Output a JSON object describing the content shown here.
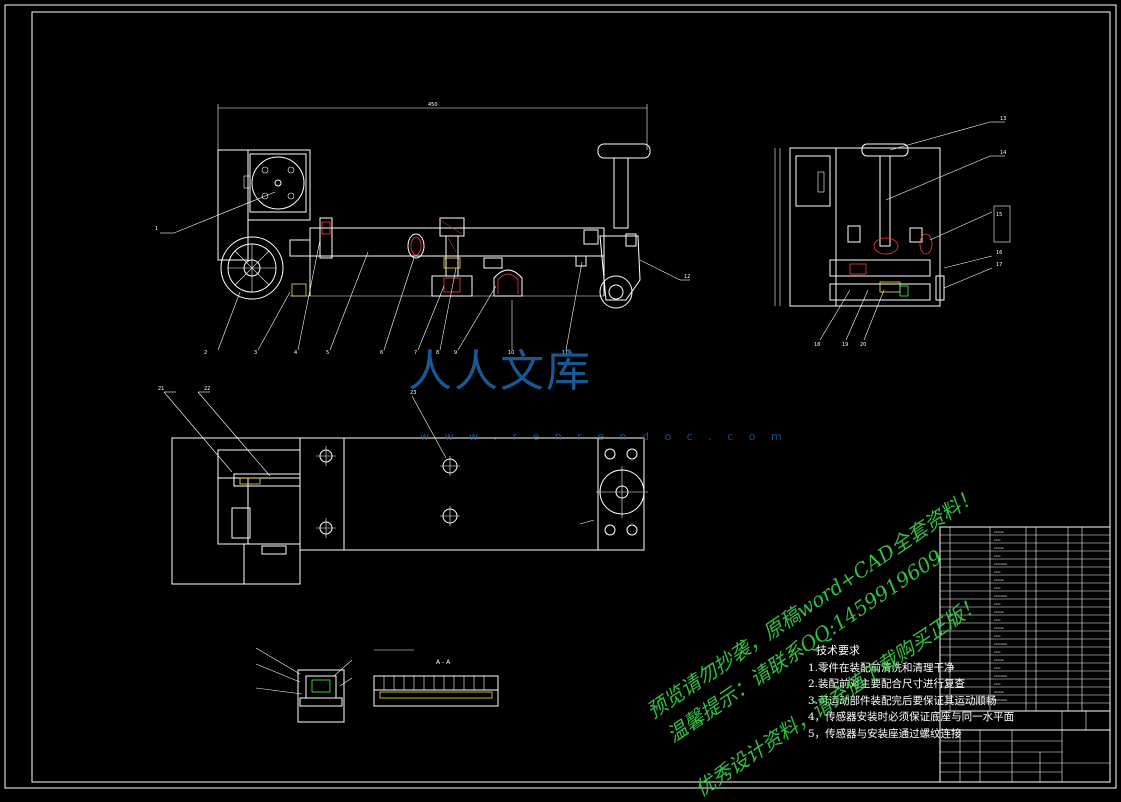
{
  "tech_requirements": {
    "title": "技术要求",
    "items": [
      "1.零件在装配前清洗和清理干净",
      "2.装配前对主要配合尺寸进行复查",
      "3.可运动部件装配完后要保证其运动顺畅",
      "4，传感器安装时必须保证底座与同一水平面",
      "5，传感器与安装座通过螺纹连接"
    ]
  },
  "watermark": {
    "logo_text": "人人文库",
    "url": "w w w . r e n r e n d o c . c o m",
    "line1": "预览请勿抄袭，原稿word+CAD全套资料！",
    "line2": "温馨提示：请联系QQ:1459919609",
    "line3": "优秀设计资料，请充值下载购买正版！"
  },
  "section_label": "A - A",
  "colors": {
    "background": "#000000",
    "lines": "#ffffff",
    "watermark_blue": "#1f6fb8",
    "watermark_green": "#37d64a"
  }
}
